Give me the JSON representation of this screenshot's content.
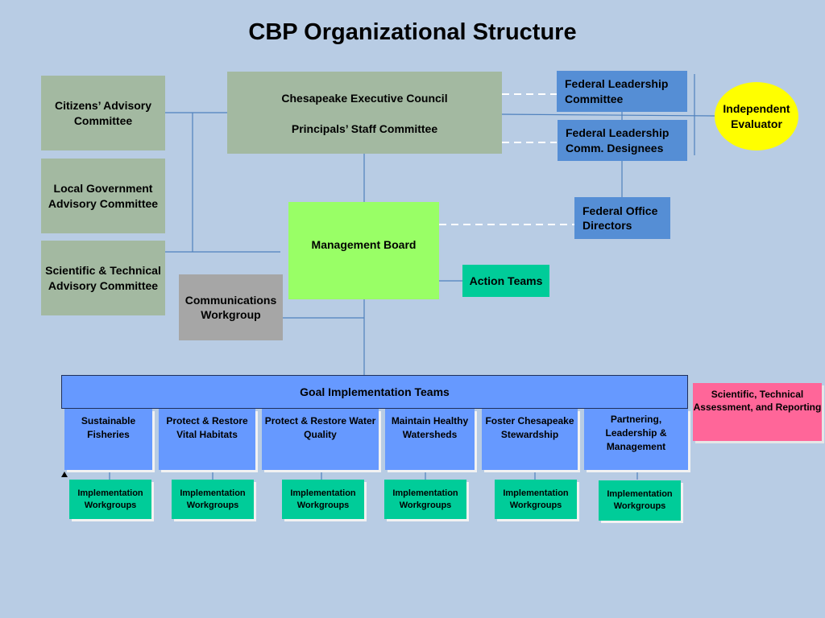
{
  "title": "CBP Organizational Structure",
  "advisory": [
    {
      "id": "citizens",
      "label": "Citizens’ Advisory Committee"
    },
    {
      "id": "local-gov",
      "label": "Local Government Advisory Committee"
    },
    {
      "id": "stac",
      "label": "Scientific & Technical Advisory Committee"
    }
  ],
  "council": {
    "executive": "Chesapeake Executive Council",
    "principals": "Principals’ Staff Committee"
  },
  "federal": {
    "leadership": "Federal Leadership Committee",
    "designees": "Federal Leadership Comm. Designees",
    "office_directors": "Federal Office Directors"
  },
  "evaluator": "Independent Evaluator",
  "management_board": "Management Board",
  "action_teams": "Action Teams",
  "communications": "Communications Workgroup",
  "git_bar": "Goal Implementation Teams",
  "teams": [
    "Sustainable Fisheries",
    "Protect & Restore Vital Habitats",
    "Protect & Restore Water Quality",
    "Maintain Healthy Watersheds",
    "Foster Chesapeake Stewardship",
    "Partnering, Leadership & Management"
  ],
  "workgroup_label": "Implementation Workgroups",
  "scientific": "Scientific, Technical Assessment, and Reporting",
  "colors": {
    "background": "#b8cce4",
    "advisory": "#a3b9a1",
    "management": "#99ff66",
    "teal": "#00cc99",
    "federal": "#558ed5",
    "teams": "#6699ff",
    "evaluator": "#ffff00",
    "scientific": "#ff6699"
  }
}
